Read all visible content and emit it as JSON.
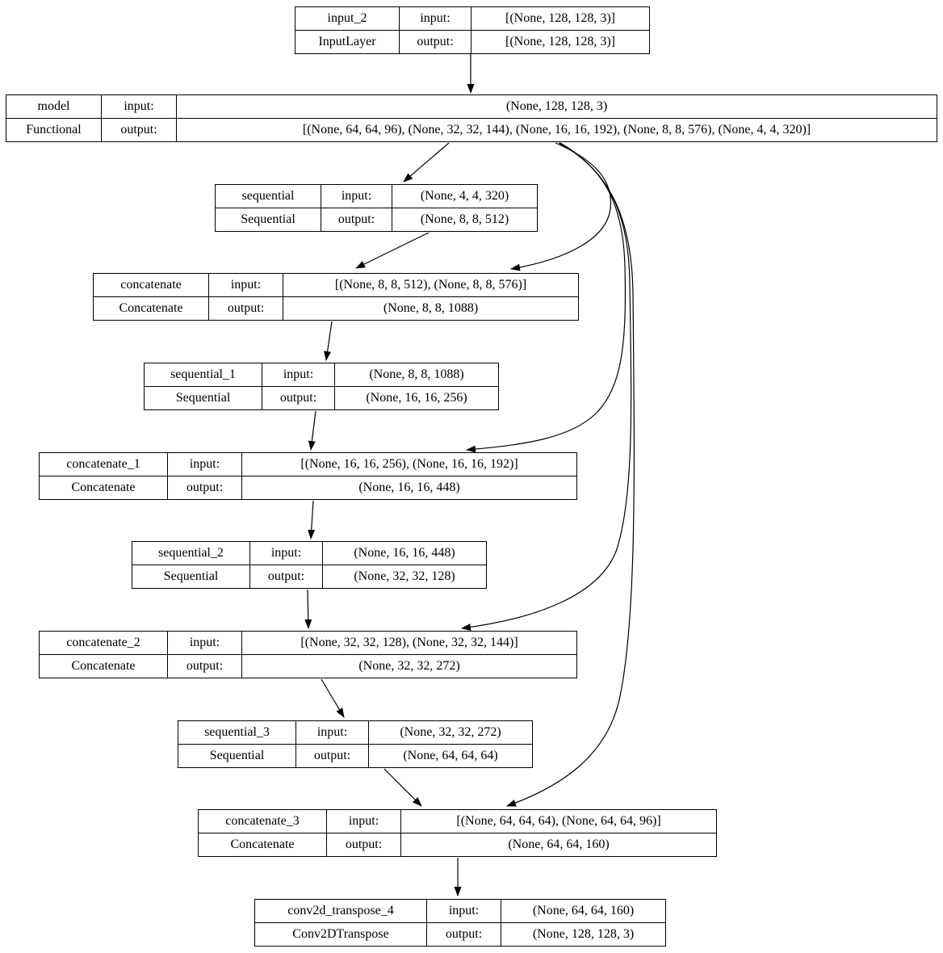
{
  "diagram": {
    "kind": "keras-model-plot",
    "io_labels": {
      "input": "input:",
      "output": "output:"
    },
    "colors": {
      "line": "#000000",
      "background": "#ffffff",
      "text": "#000000"
    },
    "nodes": [
      {
        "id": "input_2",
        "name": "input_2",
        "type": "InputLayer",
        "input_shape": "[(None, 128, 128, 3)]",
        "output_shape": "[(None, 128, 128, 3)]"
      },
      {
        "id": "model",
        "name": "model",
        "type": "Functional",
        "input_shape": "(None, 128, 128, 3)",
        "output_shape": "[(None, 64, 64, 96), (None, 32, 32, 144), (None, 16, 16, 192), (None, 8, 8, 576), (None, 4, 4, 320)]"
      },
      {
        "id": "sequential",
        "name": "sequential",
        "type": "Sequential",
        "input_shape": "(None, 4, 4, 320)",
        "output_shape": "(None, 8, 8, 512)"
      },
      {
        "id": "concatenate",
        "name": "concatenate",
        "type": "Concatenate",
        "input_shape": "[(None, 8, 8, 512), (None, 8, 8, 576)]",
        "output_shape": "(None, 8, 8, 1088)"
      },
      {
        "id": "sequential_1",
        "name": "sequential_1",
        "type": "Sequential",
        "input_shape": "(None, 8, 8, 1088)",
        "output_shape": "(None, 16, 16, 256)"
      },
      {
        "id": "concatenate_1",
        "name": "concatenate_1",
        "type": "Concatenate",
        "input_shape": "[(None, 16, 16, 256), (None, 16, 16, 192)]",
        "output_shape": "(None, 16, 16, 448)"
      },
      {
        "id": "sequential_2",
        "name": "sequential_2",
        "type": "Sequential",
        "input_shape": "(None, 16, 16, 448)",
        "output_shape": "(None, 32, 32, 128)"
      },
      {
        "id": "concatenate_2",
        "name": "concatenate_2",
        "type": "Concatenate",
        "input_shape": "[(None, 32, 32, 128), (None, 32, 32, 144)]",
        "output_shape": "(None, 32, 32, 272)"
      },
      {
        "id": "sequential_3",
        "name": "sequential_3",
        "type": "Sequential",
        "input_shape": "(None, 32, 32, 272)",
        "output_shape": "(None, 64, 64, 64)"
      },
      {
        "id": "concatenate_3",
        "name": "concatenate_3",
        "type": "Concatenate",
        "input_shape": "[(None, 64, 64, 64), (None, 64, 64, 96)]",
        "output_shape": "(None, 64, 64, 160)"
      },
      {
        "id": "conv2d_transpose_4",
        "name": "conv2d_transpose_4",
        "type": "Conv2DTranspose",
        "input_shape": "(None, 64, 64, 160)",
        "output_shape": "(None, 128, 128, 3)"
      }
    ],
    "edges": [
      {
        "from": "input_2",
        "to": "model"
      },
      {
        "from": "model",
        "to": "sequential"
      },
      {
        "from": "model",
        "to": "concatenate"
      },
      {
        "from": "sequential",
        "to": "concatenate"
      },
      {
        "from": "concatenate",
        "to": "sequential_1"
      },
      {
        "from": "model",
        "to": "concatenate_1"
      },
      {
        "from": "sequential_1",
        "to": "concatenate_1"
      },
      {
        "from": "concatenate_1",
        "to": "sequential_2"
      },
      {
        "from": "model",
        "to": "concatenate_2"
      },
      {
        "from": "sequential_2",
        "to": "concatenate_2"
      },
      {
        "from": "concatenate_2",
        "to": "sequential_3"
      },
      {
        "from": "model",
        "to": "concatenate_3"
      },
      {
        "from": "sequential_3",
        "to": "concatenate_3"
      },
      {
        "from": "concatenate_3",
        "to": "conv2d_transpose_4"
      }
    ]
  }
}
